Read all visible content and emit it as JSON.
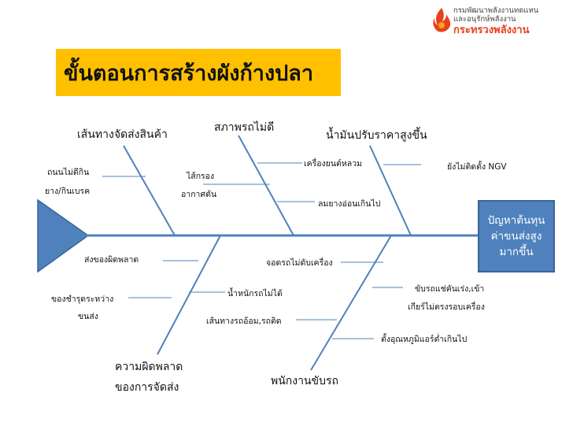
{
  "title": "ขั้นตอนการสร้างผังก้างปลา",
  "logo": {
    "line1": "กรมพัฒนาพลังงานทดแทน",
    "line2": "และอนุรักษ์พลังงาน",
    "line3": "กระทรวงพลังงาน"
  },
  "problem": {
    "line1": "ปัญหาต้นทุน",
    "line2": "ค่าขนส่งสูง",
    "line3": "มากขึ้น"
  },
  "categories": {
    "route": "เส้นทางจัดส่งสินค้า",
    "vehicle": "สภาพรถไม่ดี",
    "oil": "น้ำมันปรับราคาสูงขึ้น",
    "delivery_error_1": "ความผิดพลาด",
    "delivery_error_2": "ของการจัดส่ง",
    "driver": "พนักงานขับรถ"
  },
  "causes": {
    "bad_road_1": "ถนนไม่ดีกิน",
    "bad_road_2": "ยาง/กินเบรค",
    "filter": "ไส้กรอง",
    "air": "อากาศตัน",
    "engine": "เครื่องยนต์หลวม",
    "tire": "ลมยางอ่อนเกินไป",
    "ngv": "ยังไม่ติดตั้ง NGV",
    "wrong_goods": "ส่งของผิดพลาด",
    "damaged_1": "ของชำรุดระหว่าง",
    "damaged_2": "ขนส่ง",
    "engine_idle": "จอดรถไม่ดับเครื่อง",
    "weight": "น้ำหนักรถไม่ได้",
    "detour": "เส้นทางรถอ้อม,รถติด",
    "gear_1": "ขับรถแช่คันเร่ง,เข้า",
    "gear_2": "เกียร์ไม่ตรงรอบเครื่อง",
    "aircon": "ตั้งอุณหภูมิแอร์ต่ำเกินไป"
  },
  "colors": {
    "title_bg": "#ffc000",
    "bone": "#4f81bd",
    "head_bg": "#4f81bd",
    "logo_red": "#e8401c"
  }
}
